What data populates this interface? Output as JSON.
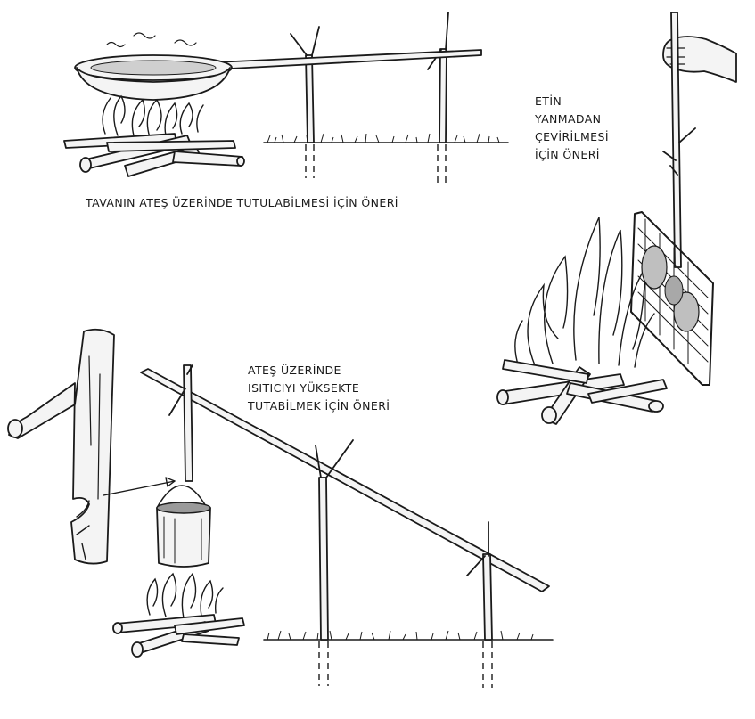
{
  "captions": {
    "pan": "TAVANIN ATEŞ ÜZERİNDE TUTULABİLMESİ İÇİN ÖNERİ",
    "meat": [
      "ETİN",
      "YANMADAN",
      "ÇEVİRİLMESİ",
      "İÇİN ÖNERİ"
    ],
    "pot": [
      "ATEŞ ÜZERİNDE",
      "ISITICIYI YÜKSEKTE",
      "TUTABİLMEK İÇİN ÖNERİ"
    ]
  },
  "colors": {
    "ink": "#1a1a1a",
    "paper": "#ffffff"
  },
  "icons": [
    "frying-pan-icon",
    "campfire-icon",
    "forked-stick-icon",
    "hand-icon",
    "grill-basket-icon",
    "hanging-pot-icon",
    "notched-stick-icon"
  ]
}
